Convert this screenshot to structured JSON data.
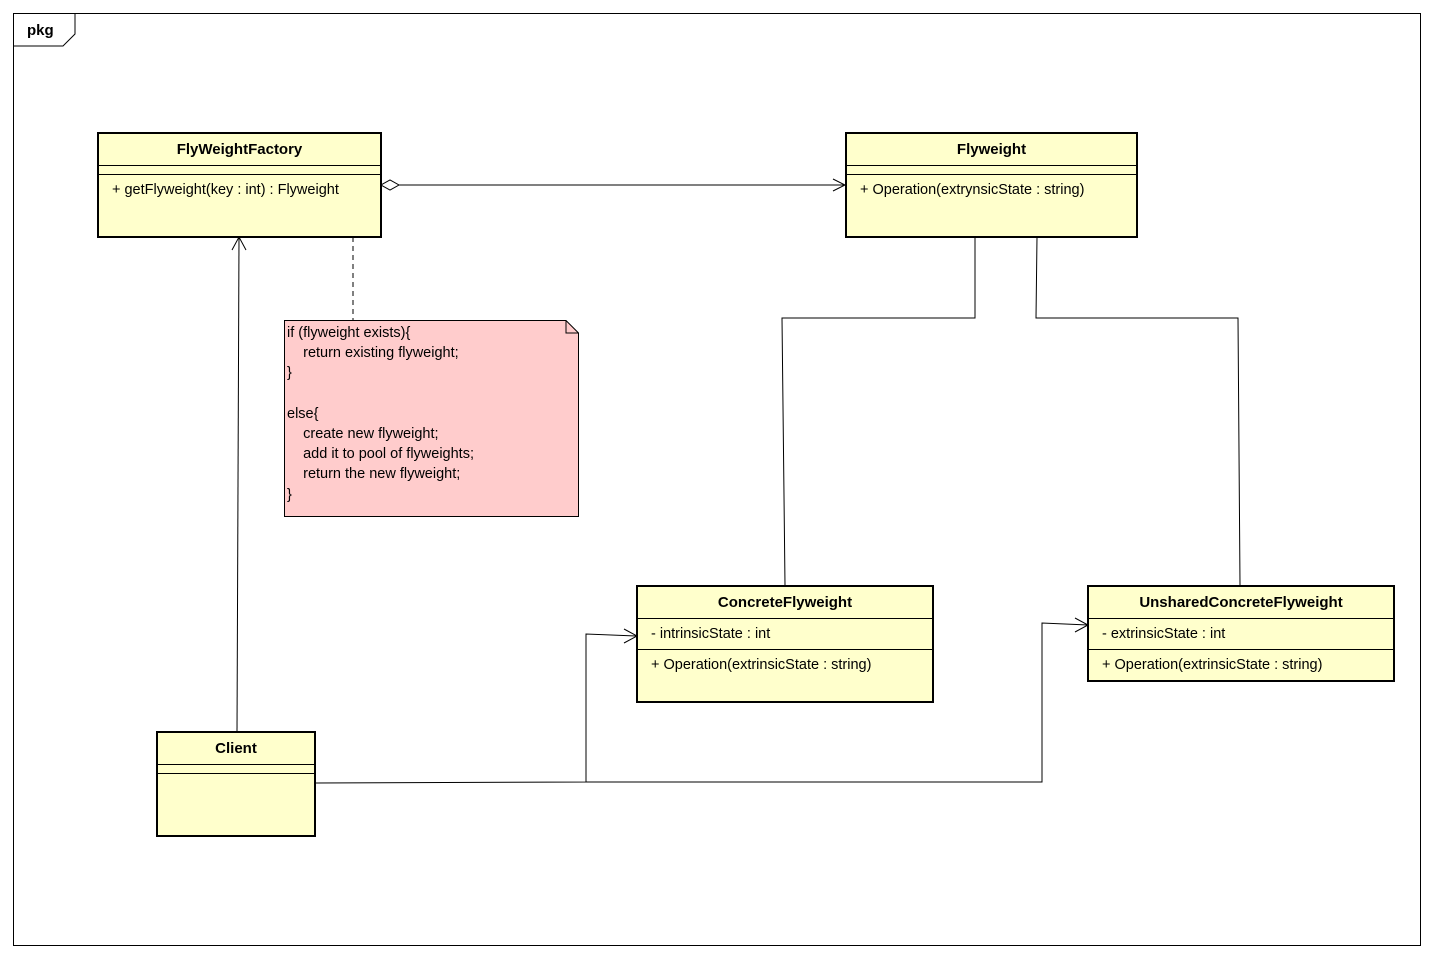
{
  "frame": {
    "label": "pkg"
  },
  "classes": {
    "factory": {
      "name": "FlyWeightFactory",
      "operations": [
        "+ getFlyweight(key : int) : Flyweight"
      ]
    },
    "flyweight": {
      "name": "Flyweight",
      "operations": [
        "+ Operation(extrynsicState : string)"
      ]
    },
    "concrete": {
      "name": "ConcreteFlyweight",
      "attributes": [
        "- intrinsicState : int"
      ],
      "operations": [
        "+ Operation(extrinsicState : string)"
      ]
    },
    "unshared": {
      "name": "UnsharedConcreteFlyweight",
      "attributes": [
        "- extrinsicState : int"
      ],
      "operations": [
        "+ Operation(extrinsicState : string)"
      ]
    },
    "client": {
      "name": "Client"
    }
  },
  "note": {
    "text": "if (flyweight exists){\n    return existing flyweight;\n}\n\nelse{\n    create new flyweight;\n    add it to pool of flyweights;\n    return the new flyweight;\n}"
  },
  "colors": {
    "class_fill": "#ffffcc",
    "note_fill": "#ffcccc",
    "line": "#000000"
  }
}
